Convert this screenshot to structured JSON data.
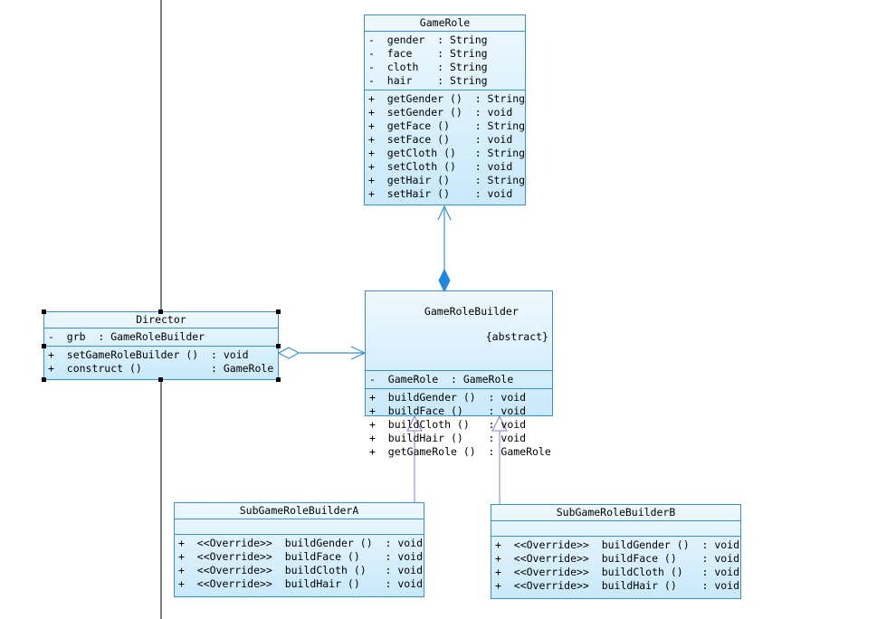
{
  "classes": {
    "game_role": {
      "name": "GameRole",
      "attributes": [
        "-  gender  : String",
        "-  face    : String",
        "-  cloth   : String",
        "-  hair    : String"
      ],
      "operations": [
        "+  getGender ()  : String",
        "+  setGender ()  : void",
        "+  getFace ()    : String",
        "+  setFace ()    : void",
        "+  getCloth ()   : String",
        "+  setCloth ()   : void",
        "+  getHair ()    : String",
        "+  setHair ()    : void"
      ]
    },
    "builder": {
      "name": "GameRoleBuilder",
      "stereotype": "{abstract}",
      "attributes": [
        "-  GameRole  : GameRole"
      ],
      "operations": [
        "+  buildGender ()  : void",
        "+  buildFace ()    : void",
        "+  buildCloth ()   : void",
        "+  buildHair ()    : void",
        "+  getGameRole ()  : GameRole"
      ]
    },
    "director": {
      "name": "Director",
      "attributes": [
        "-  grb  : GameRoleBuilder"
      ],
      "operations": [
        "+  setGameRoleBuilder ()  : void",
        "+  construct ()           : GameRole"
      ]
    },
    "sub_a": {
      "name": "SubGameRoleBuilderA",
      "operations": [
        "+  <<Override>>  buildGender ()  : void",
        "+  <<Override>>  buildFace ()    : void",
        "+  <<Override>>  buildCloth ()   : void",
        "+  <<Override>>  buildHair ()    : void"
      ]
    },
    "sub_b": {
      "name": "SubGameRoleBuilderB",
      "operations": [
        "+  <<Override>>  buildGender ()  : void",
        "+  <<Override>>  buildFace ()    : void",
        "+  <<Override>>  buildCloth ()   : void",
        "+  <<Override>>  buildHair ()    : void"
      ]
    }
  },
  "colors": {
    "border": "#3b8fd0",
    "association": "#3b8fd0",
    "generalization": "#7f7fd0"
  }
}
